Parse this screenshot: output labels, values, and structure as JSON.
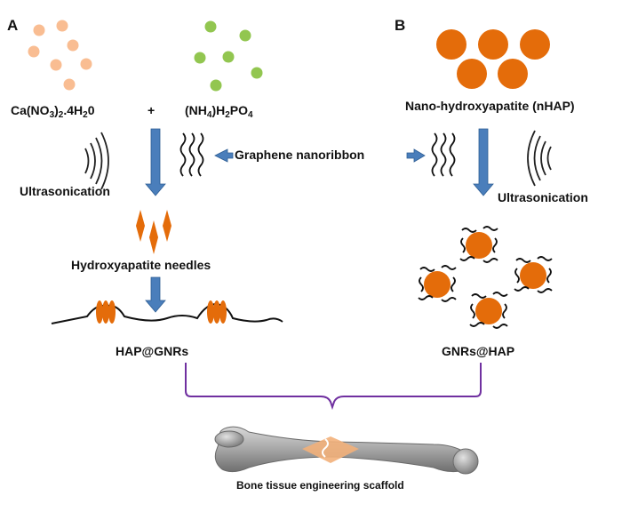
{
  "panels": {
    "a": "A",
    "b": "B"
  },
  "left": {
    "reactant1": {
      "prefix": "Ca(NO",
      "sub1": "3",
      "mid": ")",
      "sub2": "2",
      "suffix": ".4H",
      "sub3": "2",
      "end": "0"
    },
    "plus": "+",
    "reactant2": {
      "prefix": "(NH",
      "sub1": "4",
      "mid": ")H",
      "sub2": "2",
      "mid2": "PO",
      "sub3": "4"
    },
    "ultrasonication": "Ultrasonication",
    "needles": "Hydroxyapatite needles",
    "product": "HAP@GNRs"
  },
  "center": {
    "graphene": "Graphene nanoribbon"
  },
  "right": {
    "nhap": "Nano-hydroxyapatite (nHAP)",
    "ultrasonication": "Ultrasonication",
    "product": "GNRs@HAP"
  },
  "bottom": {
    "scaffold": "Bone tissue engineering scaffold"
  },
  "colors": {
    "calcium_dots": "#f9bd92",
    "phosphate_dots": "#92c650",
    "nhap": "#e46c0a",
    "arrow": "#4a7ebb",
    "bracket": "#7030a0",
    "bone": "#9a9a9a"
  }
}
